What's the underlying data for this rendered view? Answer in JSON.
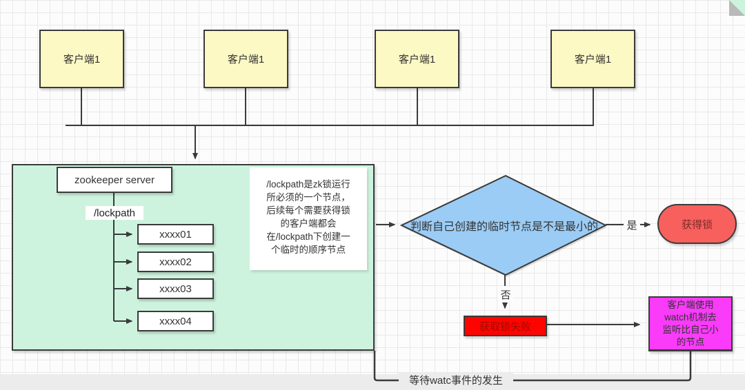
{
  "canvas": {
    "background": "#fcfcfc",
    "grid_line_color": "#e9e9e9",
    "footer_strip_color": "#ececec",
    "stroke_color": "#3a3a3a"
  },
  "clients": [
    {
      "label": "客户端1",
      "fill": "#fcf9c4"
    },
    {
      "label": "客户端1",
      "fill": "#fcf9c4"
    },
    {
      "label": "客户端1",
      "fill": "#fcf9c4"
    },
    {
      "label": "客户端1",
      "fill": "#fcf9c4"
    }
  ],
  "zookeeper": {
    "fill": "#cdf3de",
    "server_label": "zookeeper server",
    "lockpath_label": "/lockpath",
    "nodes": [
      {
        "label": "xxxx01"
      },
      {
        "label": "xxxx02"
      },
      {
        "label": "xxxx03"
      },
      {
        "label": "xxxx04"
      }
    ]
  },
  "note": {
    "text": "/lockpath是zk锁运行\n所必须的一个节点，\n后续每个需要获得锁\n的客户端都会\n在/lockpath下创建一\n个临时的顺序节点",
    "fill": "#ffffff",
    "fold_color": "#b9b9b9"
  },
  "decision": {
    "label": "判断自己创建的临时节点是不是最小的",
    "fill": "#9bccf5"
  },
  "edges": {
    "yes_label": "是",
    "no_label": "否",
    "wait_label": "等待watc事件的发生"
  },
  "acquire_lock": {
    "label": "获得锁",
    "fill": "#f7605c"
  },
  "lock_failed": {
    "label": "获取锁失败",
    "fill": "#fe0400"
  },
  "watch_box": {
    "label": "客户端使用\nwatch机制去\n监听比自己小\n的节点",
    "fill": "#fa3bfa"
  }
}
